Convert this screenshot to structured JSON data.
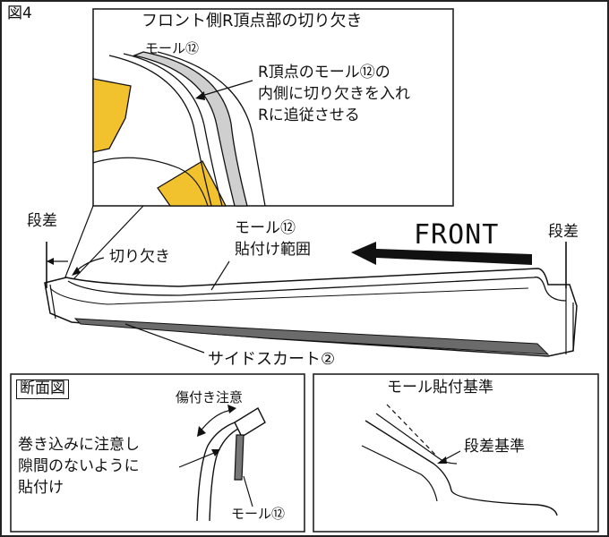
{
  "figure": {
    "number": "図4",
    "detail_top": {
      "title": "フロント側R頂点部の切り欠き",
      "mold_label": "モール⑫",
      "instruction_lines": [
        "R頂点のモール⑫の",
        "内側に切り欠きを入れ",
        "Rに追従させる"
      ]
    },
    "main_view": {
      "step_left": "段差",
      "step_right": "段差",
      "notch": "切り欠き",
      "mold_range_lines": [
        "モール⑫",
        "貼付け範囲"
      ],
      "front": "FRONT",
      "side_skirt": "サイドスカート②"
    },
    "cross_section": {
      "title": "断面図",
      "caution": "傷付き注意",
      "instruction_lines": [
        "巻き込みに注意し",
        "隙間のないように",
        "貼付け"
      ],
      "mold_label": "モール⑫"
    },
    "reference_view": {
      "title": "モール貼付基準",
      "step_reference": "段差基準"
    },
    "colors": {
      "line": "#111111",
      "accent_yellow": "#f2c12e",
      "skirt_gray": "#6b6b6b",
      "frame": "#222222"
    }
  }
}
